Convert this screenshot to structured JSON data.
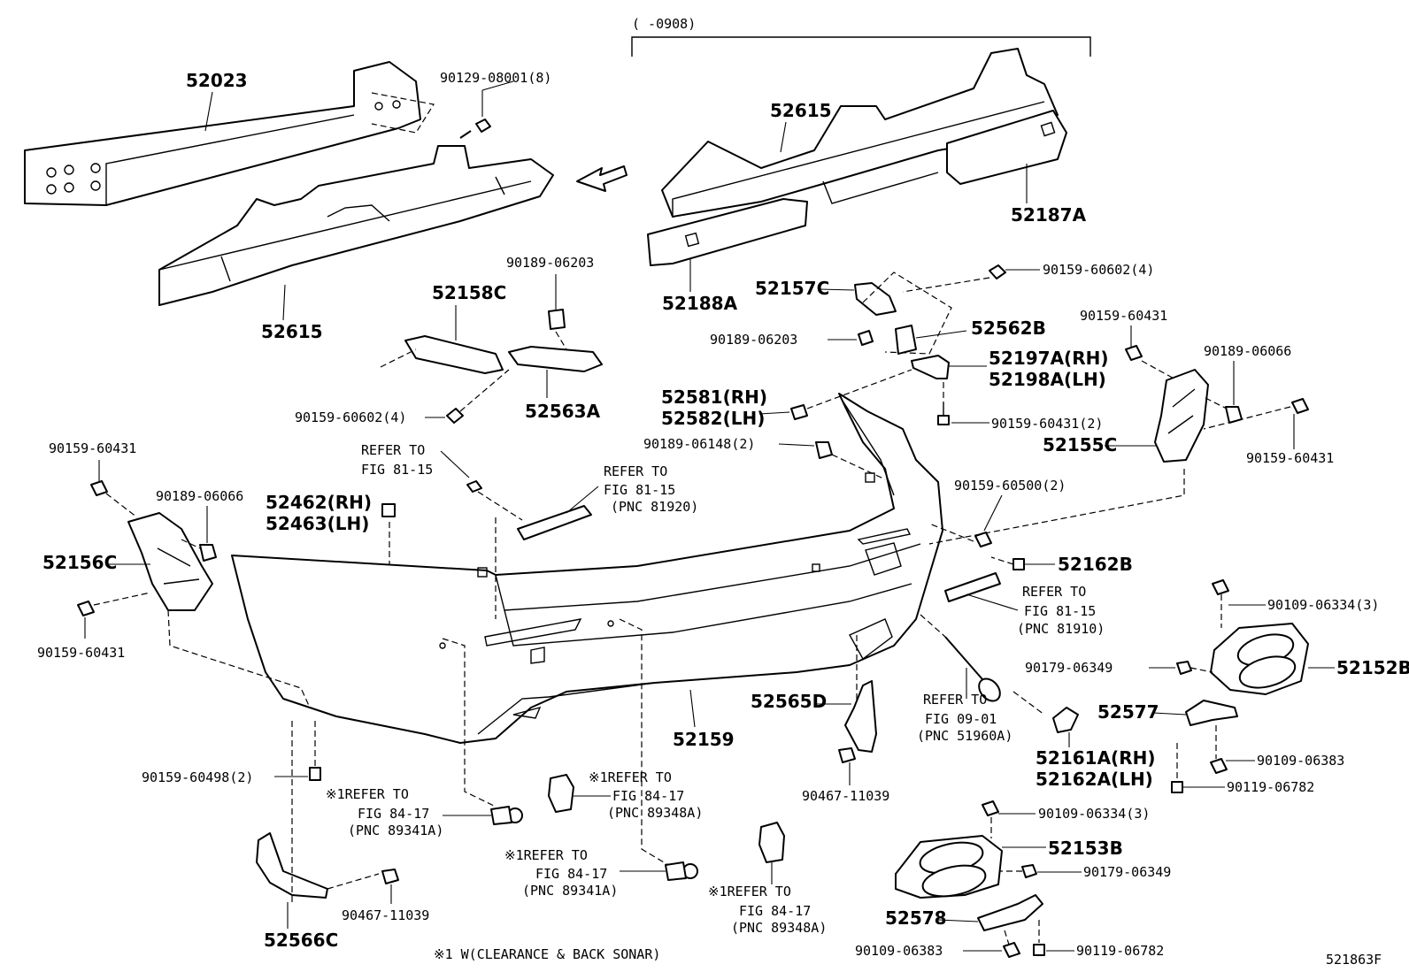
{
  "header": {
    "range": "(      -0908)"
  },
  "footer": {
    "note": "※1 W(CLEARANCE & BACK SONAR)",
    "code": "521863F"
  },
  "labels": {
    "l52023": "52023",
    "l90129": "90129-08001(8)",
    "l52615a": "52615",
    "l52615b": "52615",
    "l52187a": "52187A",
    "l52188a": "52188A",
    "l52157c": "52157C",
    "l90159_60602_4a": "90159-60602(4)",
    "l52562b": "52562B",
    "l90189_06203a": "90189-06203",
    "l90189_06203b": "90189-06203",
    "l52158c": "52158C",
    "l90159_60602_4b": "90159-60602(4)",
    "l52563a": "52563A",
    "l52197a": "52197A(RH)",
    "l52198a": "52198A(LH)",
    "l90159_60431_2": "90159-60431(2)",
    "l52581": "52581(RH)",
    "l52582": "52582(LH)",
    "l90189_06148": "90189-06148(2)",
    "l90159_60431_tr": "90159-60431",
    "l90189_06066_r": "90189-06066",
    "l52155c": "52155C",
    "l90159_60431_r2": "90159-60431",
    "l90159_60431_tl": "90159-60431",
    "l90189_06066_l": "90189-06066",
    "l52462": "52462(RH)",
    "l52463": "52463(LH)",
    "l52156c": "52156C",
    "l90159_60431_bl": "90159-60431",
    "l90159_60500": "90159-60500(2)",
    "l52162b": "52162B",
    "l90109_06334_3a": "90109-06334(3)",
    "l52152b": "52152B",
    "l90179_06349a": "90179-06349",
    "l52577": "52577",
    "l90109_06383a": "90109-06383",
    "l90119_06782a": "90119-06782",
    "l52565d": "52565D",
    "l90467_11039a": "90467-11039",
    "l52159": "52159",
    "l52161a": "52161A(RH)",
    "l52162a": "52162A(LH)",
    "l90159_60498": "90159-60498(2)",
    "l90109_06334_3b": "90109-06334(3)",
    "l52153b": "52153B",
    "l90179_06349b": "90179-06349",
    "l52578": "52578",
    "l90109_06383b": "90109-06383",
    "l90119_06782b": "90119-06782",
    "l52566c": "52566C",
    "l90467_11039b": "90467-11039"
  },
  "refs": {
    "r1": [
      "REFER TO",
      "FIG 81-15"
    ],
    "r2": [
      "REFER TO",
      "FIG 81-15",
      "(PNC 81920)"
    ],
    "r3": [
      "REFER TO",
      "FIG 81-15",
      "(PNC 81910)"
    ],
    "r4": [
      "REFER TO",
      "FIG 09-01",
      "(PNC 51960A)"
    ],
    "r5": [
      "※1REFER TO",
      "FIG 84-17",
      "(PNC 89341A)"
    ],
    "r6": [
      "※1REFER TO",
      "FIG 84-17",
      "(PNC 89348A)"
    ],
    "r7": [
      "※1REFER TO",
      "FIG 84-17",
      "(PNC 89341A)"
    ],
    "r8": [
      "※1REFER TO",
      "FIG 84-17",
      "(PNC 89348A)"
    ]
  }
}
